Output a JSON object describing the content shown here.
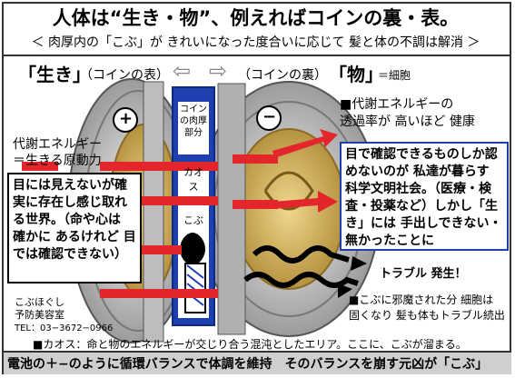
{
  "title": "人体は“生き・物”、例えればコインの裏・表。",
  "subtitle": "＜ 肉厚内の「こぶ」が きれいになった度合いに応じて 髪と体の不調は解消 ＞",
  "headers": {
    "ikiru_main": "「生き」",
    "ikiru_sub": "（コインの表）",
    "mono_sub": "（コインの裏）",
    "mono_main": "「物」",
    "mono_note": "＝細胞",
    "left_arrow": "⇦",
    "right_arrow": "⇨"
  },
  "coin_labels": {
    "plus": "+",
    "minus": "−"
  },
  "center_column": {
    "top_label": "コインの肉厚部分",
    "chaos_label": "カオス",
    "kobu_label": "こぶ"
  },
  "left_side": {
    "energy_label": "代謝エネルギー\n＝生きる原動力",
    "box_text": "目には見えないが確実に存在し感じ取れる世界。（命や心は 確かに あるけれど 目では確認できない）",
    "company_name": "こぶほぐし",
    "company_sub": "予防美容室",
    "company_tel": "TEL：03−3672−0966"
  },
  "right_side": {
    "metabolism_note": "■代謝エネルギーの\n透過率が 高いほど 健康",
    "box_text": "目で確認できるものしか認めないのが 私達が暮らす 科学文明社会。（医療・検査・投薬など）しかし「生き」には 手出しできない・無かったことに",
    "trouble_label": "トラブル 発生！",
    "cell_note": "■こぶに邪魔された分 細胞は\n固くなり 髪も体もトラブル続出"
  },
  "chaos_note": "■カオス：命と物のエネルギーが交じり合う混沌としたエリア。ここに、こぶが溜まる。",
  "footer": "電池の＋−のように循環バランスで体調を維持　そのバランスを崩す元凶が「こぶ」",
  "colors": {
    "arrow_red": "#e3262c",
    "column_blue": "#1e3fae",
    "coin_gold": "#d8b45a",
    "coin_silver": "#c8c8c8",
    "footer_gray": "#cfcfcf"
  }
}
